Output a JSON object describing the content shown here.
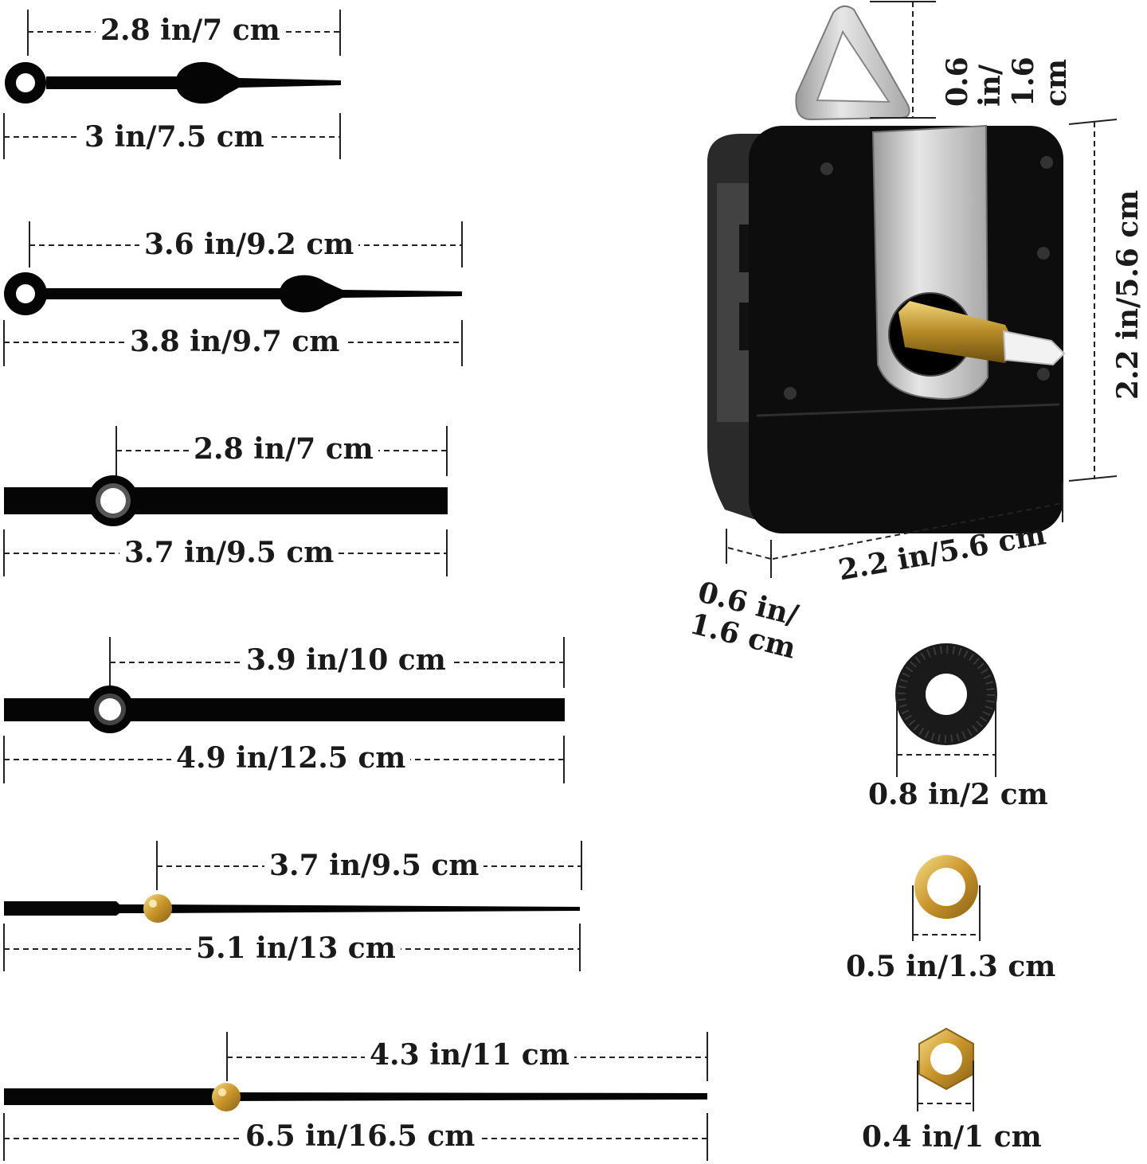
{
  "hands": [
    {
      "short_dimension": "2.8 in/7 cm",
      "long_dimension": "3 in/7.5 cm"
    },
    {
      "short_dimension": "3.6 in/9.2 cm",
      "long_dimension": "3.8 in/9.7 cm"
    },
    {
      "short_dimension": "2.8 in/7 cm",
      "long_dimension": "3.7 in/9.5 cm"
    },
    {
      "short_dimension": "3.9 in/10 cm",
      "long_dimension": "4.9 in/12.5 cm"
    },
    {
      "short_dimension": "3.7 in/9.5 cm",
      "long_dimension": "5.1 in/13 cm"
    },
    {
      "short_dimension": "4.3 in/11 cm",
      "long_dimension": "6.5 in/16.5 cm"
    }
  ],
  "movement": {
    "hanger_height": "0.6 in/ 1.6 cm",
    "height": "2.2 in/5.6 cm",
    "width": "2.2 in/5.6 cm",
    "depth": "0.6 in/ 1.6 cm"
  },
  "parts": [
    {
      "dimension": "0.8 in/2 cm"
    },
    {
      "dimension": "0.5 in/1.3 cm"
    },
    {
      "dimension": "0.4 in/1 cm"
    }
  ],
  "colors": {
    "hand": "#050505",
    "brass": "#d4a93a",
    "silver": "#c9c9c9",
    "movement_body": "#0d0d0d"
  }
}
